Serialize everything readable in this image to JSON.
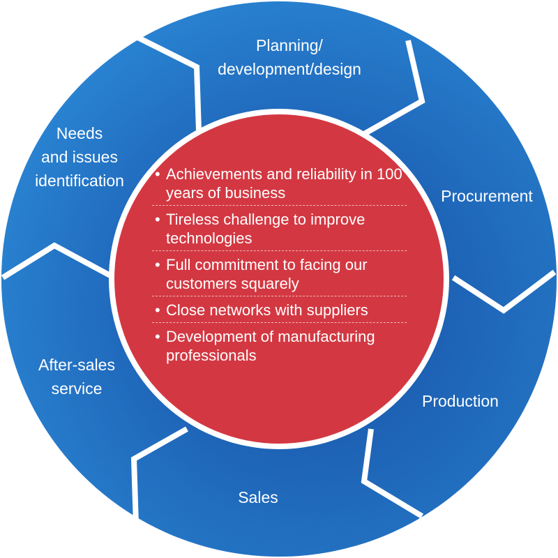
{
  "stages": [
    {
      "id": "planning",
      "lines": [
        "Planning/",
        "development/design"
      ]
    },
    {
      "id": "procurement",
      "lines": [
        "Procurement"
      ]
    },
    {
      "id": "production",
      "lines": [
        "Production"
      ]
    },
    {
      "id": "sales",
      "lines": [
        "Sales"
      ]
    },
    {
      "id": "after-sales",
      "lines": [
        "After-sales",
        "service"
      ]
    },
    {
      "id": "needs",
      "lines": [
        "Needs",
        "and issues",
        "identification"
      ]
    }
  ],
  "strengths": [
    "Achievements and reliability in 100 years of business",
    "Tireless challenge to improve technologies",
    "Full commitment to facing our customers squarely",
    "Close networks with suppliers",
    "Development of manufacturing professionals"
  ],
  "bullet_symbol": "•",
  "colors": {
    "ring_light": "#2a7fd0",
    "ring_dark": "#1347a0",
    "ring_line": "#ffffff",
    "center": "#d33842"
  }
}
